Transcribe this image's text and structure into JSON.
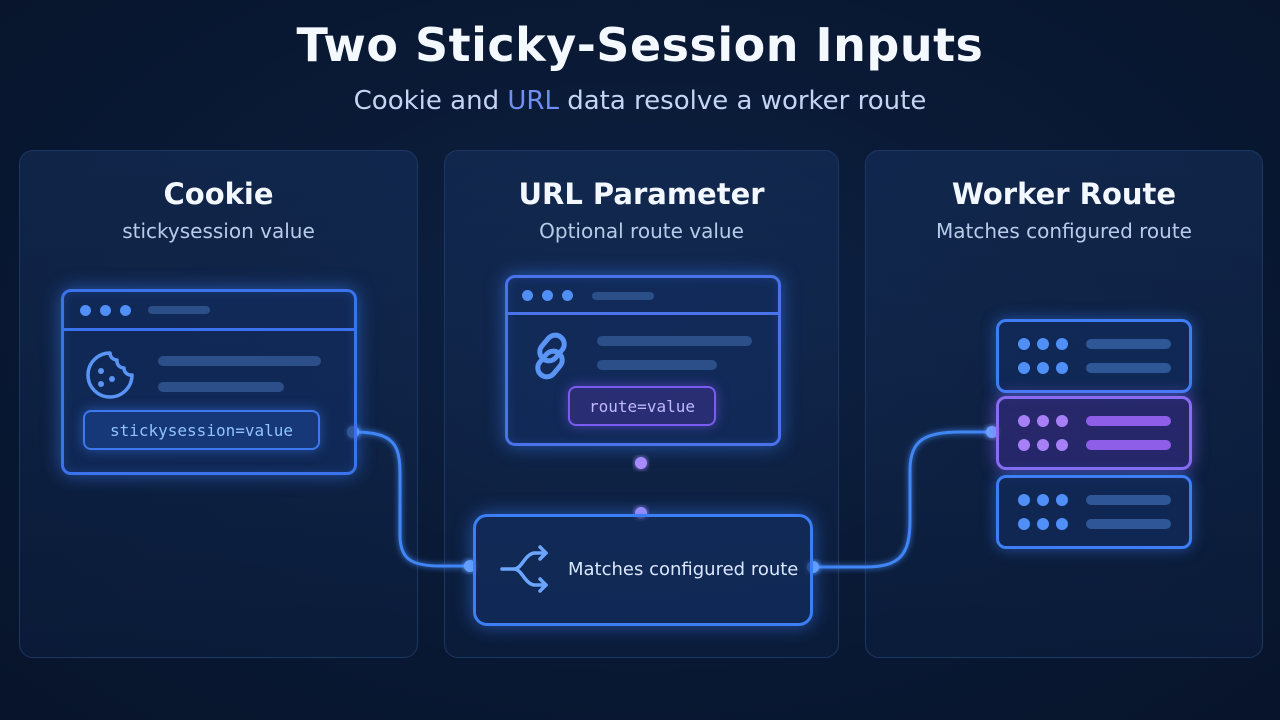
{
  "header": {
    "title": "Two Sticky-Session Inputs",
    "subtitle_pre": "Cookie and ",
    "subtitle_hl": "URL",
    "subtitle_post": " data resolve a worker route"
  },
  "panels": [
    {
      "title": "Cookie",
      "subtitle": "stickysession value"
    },
    {
      "title": "URL Parameter",
      "subtitle": "Optional route value"
    },
    {
      "title": "Worker Route",
      "subtitle": "Matches configured route"
    }
  ],
  "cookie_window": {
    "code": "stickysession=value",
    "icon": "cookie-icon"
  },
  "url_window": {
    "code": "route=value",
    "icon": "link-icon"
  },
  "resolver": {
    "label": "Matches configured route",
    "icon": "branch-split-icon"
  },
  "servers": [
    {
      "state": "normal"
    },
    {
      "state": "selected"
    },
    {
      "state": "normal"
    }
  ],
  "colors": {
    "background": "#0a1a36",
    "accent_blue": "#3d7ef5",
    "accent_purple": "#8a6cf3",
    "text": "#f4f8ff"
  }
}
